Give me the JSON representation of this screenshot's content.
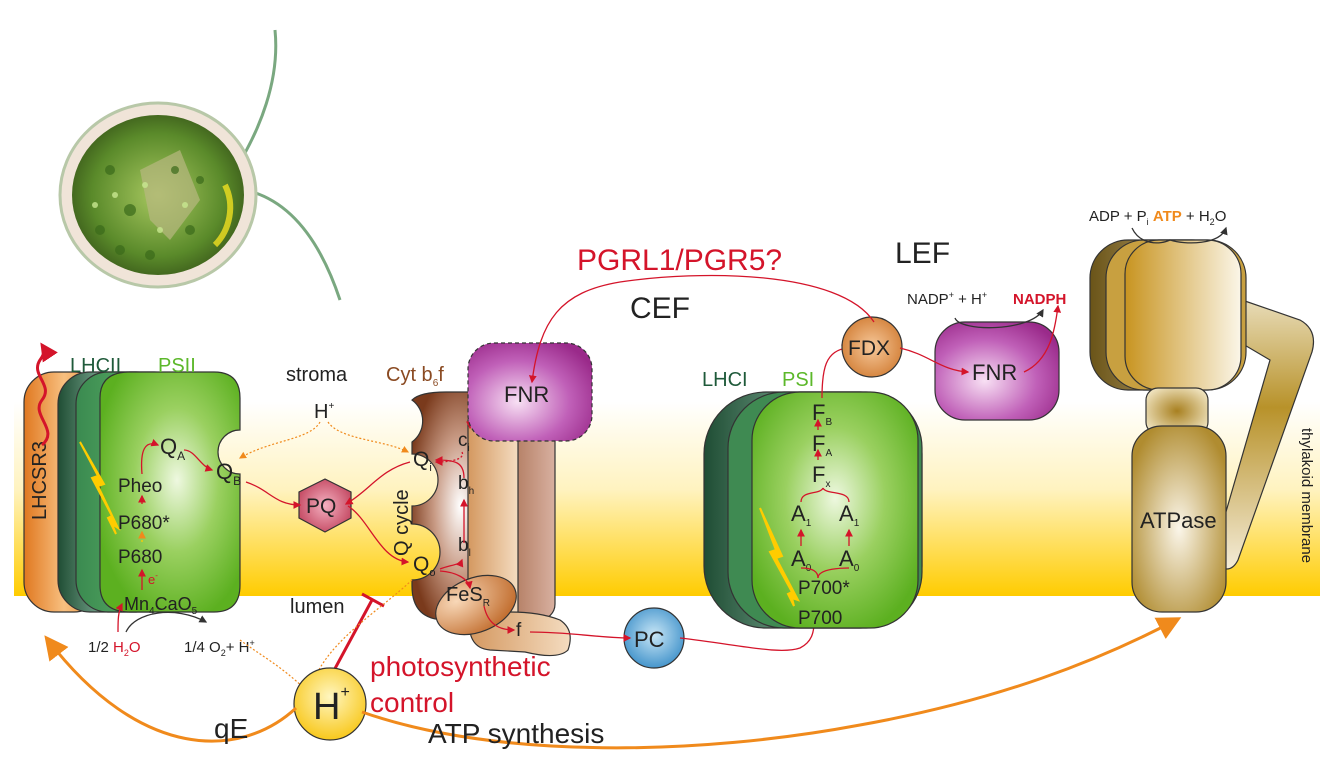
{
  "title": "Photosynthetic electron transport in the thylakoid membrane",
  "colors": {
    "membrane_top": "#ffffff",
    "membrane_bottom": "#ffcc00",
    "lhcsr3": "#f0902e",
    "lhcii": "#2e6a4a",
    "psii": "#6cbf2a",
    "cytb6f": "#8a4a2a",
    "fnr": "#b03aa0",
    "fdx": "#e08a3a",
    "pc": "#3a90c8",
    "atpase": "#b8922a",
    "red_text": "#d4142a",
    "orange_text": "#f08a1c"
  },
  "regions": {
    "stroma": "stroma",
    "lumen": "lumen",
    "membrane": "thylakoid membrane"
  },
  "complexes": {
    "lhcsr3": "LHCSR3",
    "lhcii": "LHCII",
    "psii": "PSII",
    "cytb6f": {
      "main": "Cyt b",
      "sub": "6",
      "tail": "f"
    },
    "lhci": "LHCI",
    "psi": "PSI",
    "fnr_cef": "FNR",
    "fnr_lef": "FNR",
    "fdx": "FDX",
    "pc": "PC",
    "pq": "PQ",
    "atpase": "ATPase"
  },
  "psii_cofactors": {
    "qa": {
      "main": "Q",
      "sub": "A"
    },
    "qb": {
      "main": "Q",
      "sub": "B"
    },
    "pheo": "Pheo",
    "p680_star": "P680*",
    "p680": "P680",
    "electron": {
      "main": "e",
      "sup": "-"
    },
    "mn": {
      "a": "Mn",
      "s1": "4",
      "b": "CaO",
      "s2": "5"
    }
  },
  "water_split": {
    "left": {
      "pre": "1/2 ",
      "main": "H",
      "sub": "2",
      "post": "O"
    },
    "right": {
      "pre": "1/4 O",
      "sub": "2",
      "mid": "+ H",
      "sup": "+"
    }
  },
  "stroma_proton": {
    "main": "H",
    "sup": "+"
  },
  "cyt_cofactors": {
    "qi": {
      "main": "Q",
      "sub": "i"
    },
    "qo": {
      "main": "Q",
      "sub": "o"
    },
    "ci": {
      "main": "c",
      "sub": "i"
    },
    "bh": {
      "main": "b",
      "sub": "h"
    },
    "bl": {
      "main": "b",
      "sub": "l"
    },
    "fes": {
      "main": "FeS",
      "sub": "R"
    },
    "f": "f",
    "qcycle": "Q cycle"
  },
  "psi_cofactors": {
    "fb": {
      "main": "F",
      "sub": "B"
    },
    "fa": {
      "main": "F",
      "sub": "A"
    },
    "fx": {
      "main": "F",
      "sub": "x"
    },
    "a1": {
      "main": "A",
      "sub": "1"
    },
    "a0": {
      "main": "A",
      "sub": "0"
    },
    "p700_star": "P700*",
    "p700": "P700"
  },
  "pathways": {
    "cef_regulator": "PGRL1/PGR5?",
    "cef": "CEF",
    "lef": "LEF",
    "qe": "qE",
    "atp_synthesis": "ATP synthesis",
    "photosynthetic_control_1": "photosynthetic",
    "photosynthetic_control_2": "control"
  },
  "nadp": {
    "a": "NADP",
    "sup1": "+",
    "b": " + H",
    "sup2": "+",
    "product": "NADPH"
  },
  "atp_reaction": {
    "a": "ADP + P",
    "sub": "i",
    "atp": "ATP",
    "b": " + H",
    "sub2": "2",
    "c": "O"
  },
  "lumen_proton": {
    "main": "H",
    "sup": "+"
  }
}
